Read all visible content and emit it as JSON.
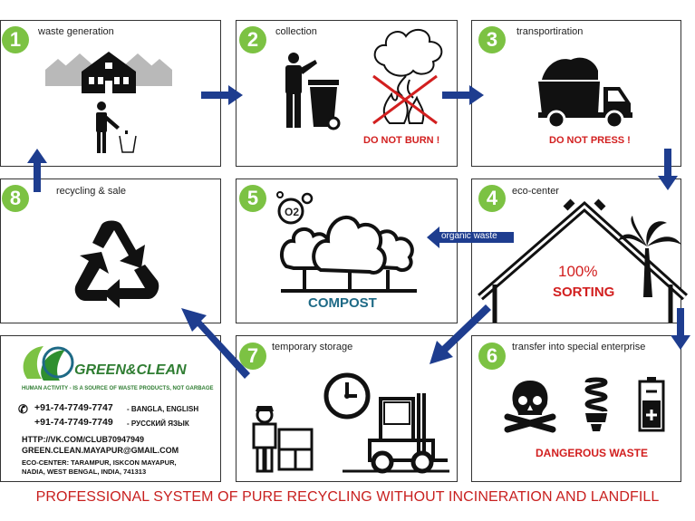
{
  "colors": {
    "green": "#7cc243",
    "arrow": "#1e3d8f",
    "red": "#d21f1f",
    "compost": "#1e6a86"
  },
  "steps": [
    {
      "num": "1",
      "label": "waste generation"
    },
    {
      "num": "2",
      "label": "collection",
      "warning": "DO NOT BURN !"
    },
    {
      "num": "3",
      "label": "transportiration",
      "warning": "DO NOT PRESS !"
    },
    {
      "num": "4",
      "label": "eco-center",
      "center_text_1": "100%",
      "center_text_2": "SORTING"
    },
    {
      "num": "5",
      "label": "",
      "caption": "COMPOST"
    },
    {
      "num": "6",
      "label": "transfer into special enterprise",
      "caption": "DANGEROUS WASTE"
    },
    {
      "num": "7",
      "label": "temporary storage"
    },
    {
      "num": "8",
      "label": "recycling & sale"
    }
  ],
  "organic_label": "organic waste",
  "o2": "O2",
  "logo": {
    "name": "GREEN&CLEAN",
    "tagline": "HUMAN ACTIVITY - IS A SOURCE OF WASTE PRODUCTS, NOT GARBAGE"
  },
  "contacts": {
    "phone1": "+91-74-7749-7747",
    "lang1": "- BANGLA, ENGLISH",
    "phone2": "+91-74-7749-7749",
    "lang2": "- РУССКИЙ ЯЗЫК",
    "url": "HTTP://VK.COM/CLUB70947949",
    "email": "GREEN.CLEAN.MAYAPUR@GMAIL.COM",
    "address1": "ECO-CENTER: TARAMPUR, ISKCON MAYAPUR,",
    "address2": "NADIA, WEST BENGAL, INDIA, 741313"
  },
  "footer": "PROFESSIONAL SYSTEM OF PURE RECYCLING WITHOUT INCINERATION AND LANDFILL"
}
